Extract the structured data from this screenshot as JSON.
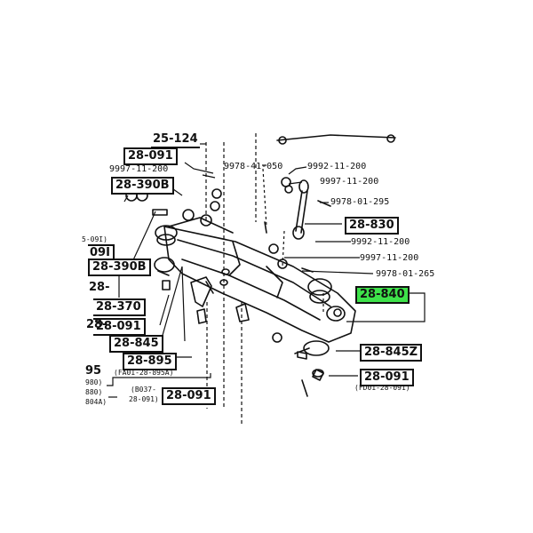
{
  "parts": {
    "p1": "25-124",
    "p2": "28-091",
    "p3": "9997-11-200",
    "p4": "28-390B",
    "p5": "9978-41-050",
    "p6": "9992-11-200",
    "p7": "9997-11-200",
    "p8": "9978-01-295",
    "p9": "28-830",
    "p10": "9992-11-200",
    "p11": "9997-11-200",
    "p12": "9978-01-265",
    "p13": "28-840",
    "p14": "09I",
    "p15": "28-390B",
    "p16": "28-370",
    "p17": "28-091",
    "p18": "28-845",
    "p19": "28-895",
    "p20": "(FA01-28-895A)",
    "p21": "(B037-",
    "p22": "28-091)",
    "p23": "28-091",
    "p24": "28-845Z",
    "p25": "28-091",
    "p26": "(FD01-28-091)",
    "e1": "5-09I)",
    "e2": "28-",
    "e3": "28-",
    "e4": "95",
    "e5": "980)",
    "e6": "880)",
    "e7": "804A)"
  },
  "colors": {
    "highlight": "#3ee24a",
    "ink": "#111111"
  }
}
